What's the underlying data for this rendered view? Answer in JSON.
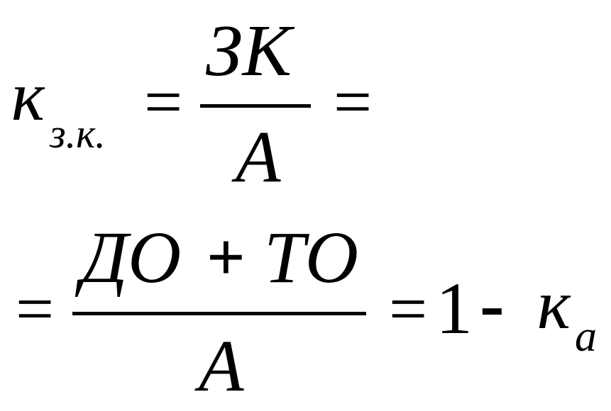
{
  "formula": {
    "line1": {
      "lhs_symbol": "к",
      "lhs_subscript": "з.к.",
      "eq1": "=",
      "frac_num": "ЗК",
      "frac_den": "А",
      "eq2": "="
    },
    "line2": {
      "eq1": "=",
      "frac_num_a": "ДО",
      "plus": "+",
      "frac_num_b": "ТО",
      "frac_den": "А",
      "eq2": "=",
      "one": "1",
      "minus": "-",
      "rhs_symbol": "к",
      "rhs_subscript": "а"
    }
  }
}
